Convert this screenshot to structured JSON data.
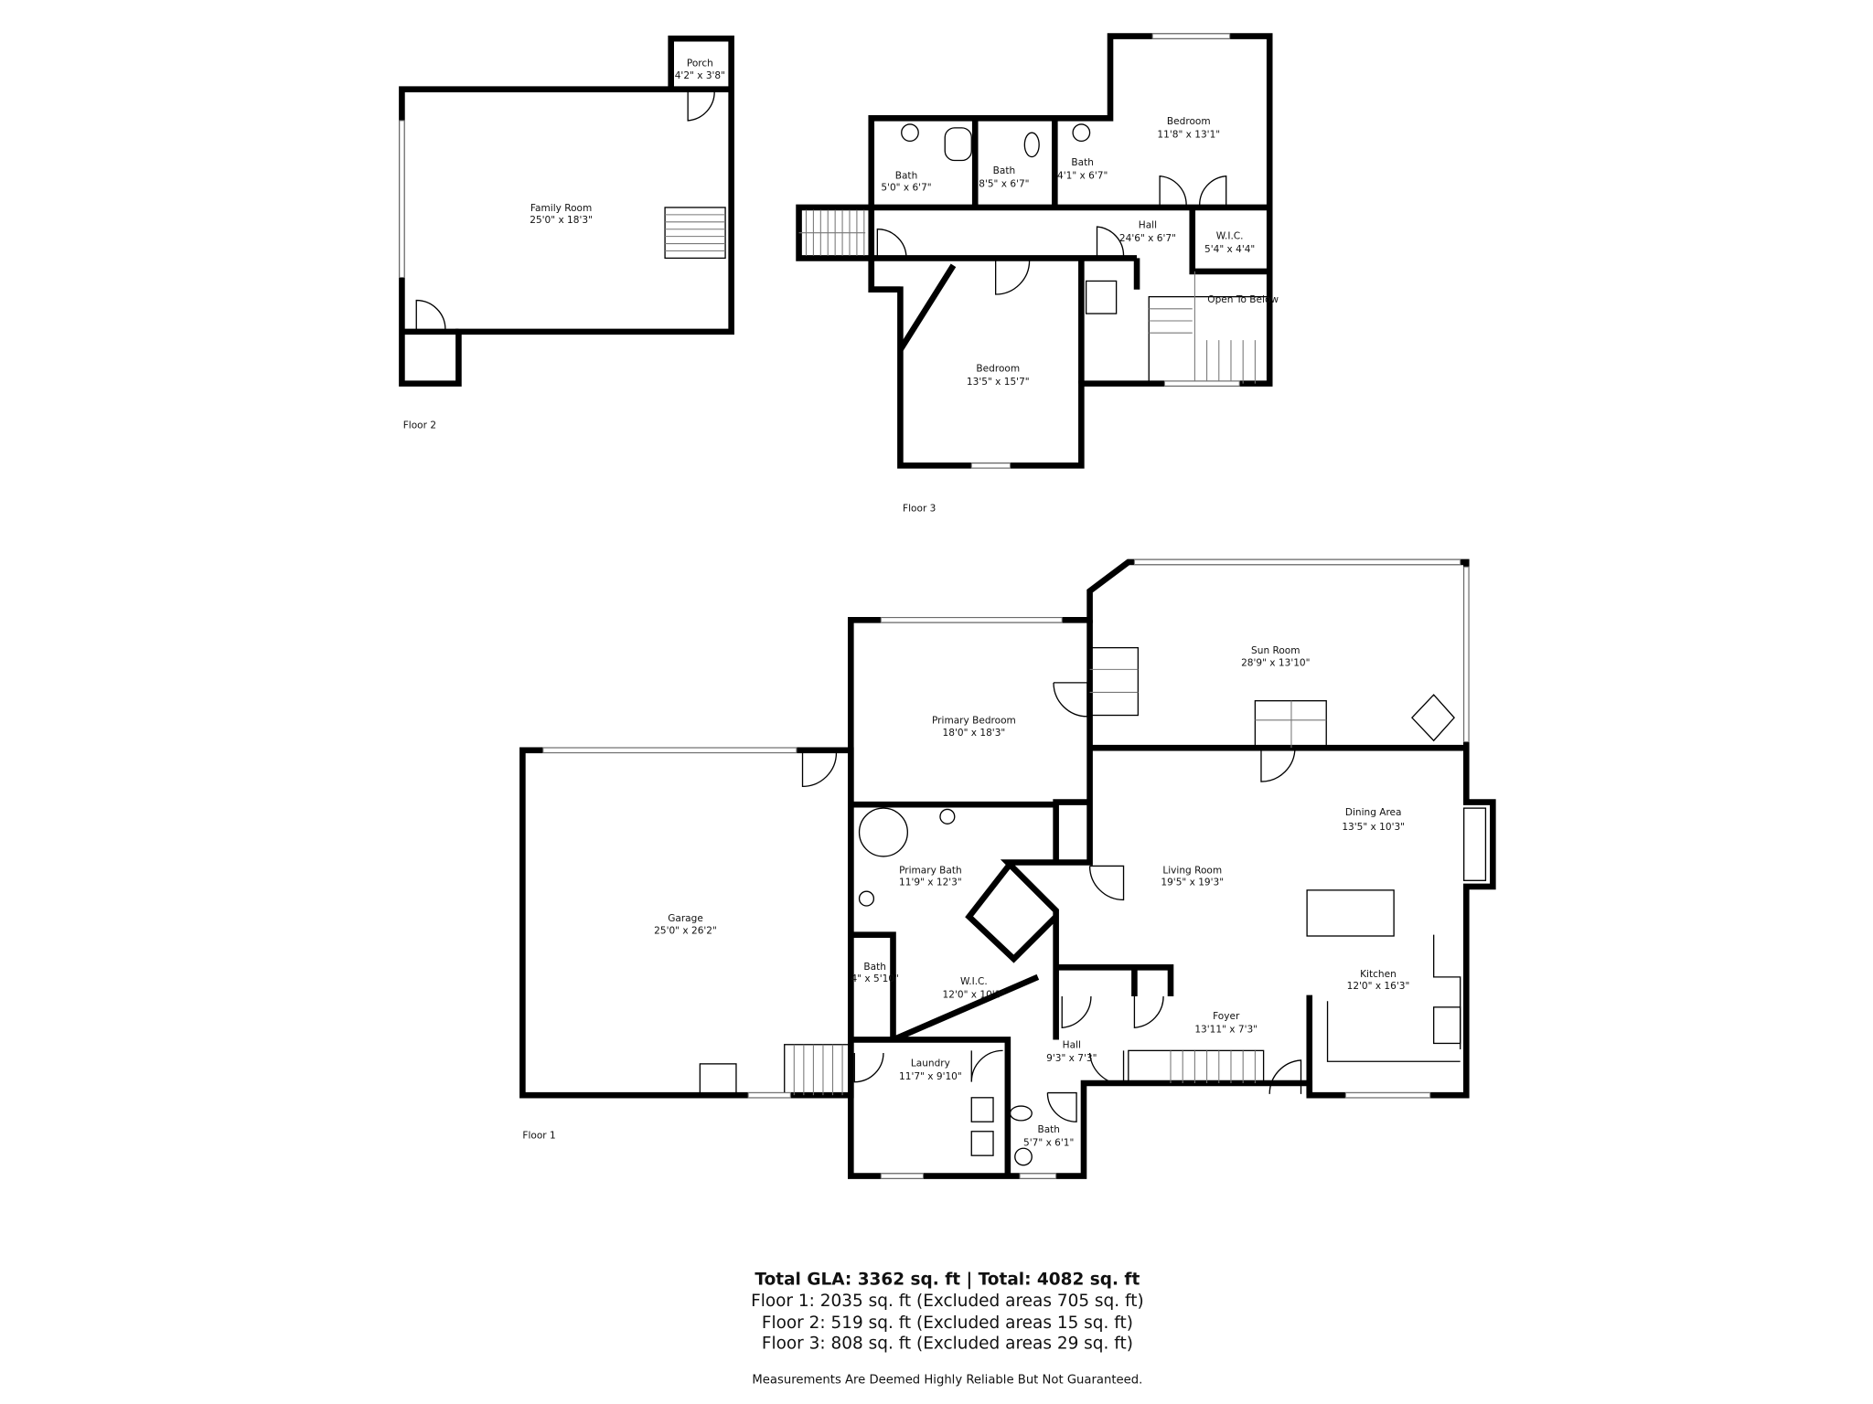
{
  "floor2": {
    "label": "Floor 2",
    "rooms": [
      {
        "name": "Porch",
        "dims": "4'2\" x 3'8\""
      },
      {
        "name": "Family Room",
        "dims": "25'0\" x 18'3\""
      }
    ]
  },
  "floor3": {
    "label": "Floor 3",
    "rooms": [
      {
        "name": "Bath",
        "dims": "5'0\" x 6'7\""
      },
      {
        "name": "Bath",
        "dims": "8'5\" x 6'7\""
      },
      {
        "name": "Bath",
        "dims": "4'1\" x 6'7\""
      },
      {
        "name": "Bedroom",
        "dims": "11'8\" x 13'1\""
      },
      {
        "name": "Hall",
        "dims": "24'6\" x 6'7\""
      },
      {
        "name": "W.I.C.",
        "dims": "5'4\" x 4'4\""
      },
      {
        "name": "Open To Below",
        "dims": ""
      },
      {
        "name": "Bedroom",
        "dims": "13'5\" x 15'7\""
      }
    ]
  },
  "floor1": {
    "label": "Floor 1",
    "rooms": [
      {
        "name": "Sun Room",
        "dims": "28'9\" x 13'10\""
      },
      {
        "name": "Primary Bedroom",
        "dims": "18'0\" x 18'3\""
      },
      {
        "name": "Dining Area",
        "dims": "13'5\" x 10'3\""
      },
      {
        "name": "Living Room",
        "dims": "19'5\" x 19'3\""
      },
      {
        "name": "Garage",
        "dims": "25'0\" x 26'2\""
      },
      {
        "name": "Primary Bath",
        "dims": "11'9\" x 12'3\""
      },
      {
        "name": "Bath",
        "dims": "4\" x 5'10\""
      },
      {
        "name": "W.I.C.",
        "dims": "12'0\" x 10'3\""
      },
      {
        "name": "Kitchen",
        "dims": "12'0\" x 16'3\""
      },
      {
        "name": "Foyer",
        "dims": "13'11\" x 7'3\""
      },
      {
        "name": "Hall",
        "dims": "9'3\" x 7'3\""
      },
      {
        "name": "Laundry",
        "dims": "11'7\" x 9'10\""
      },
      {
        "name": "Bath",
        "dims": "5'7\" x 6'1\""
      }
    ]
  },
  "summary": {
    "total": "Total GLA: 3362 sq. ft | Total: 4082 sq. ft",
    "floor1": "Floor 1: 2035 sq. ft (Excluded areas 705 sq. ft)",
    "floor2": "Floor 2: 519 sq. ft (Excluded areas 15 sq. ft)",
    "floor3": "Floor 3: 808 sq. ft (Excluded areas 29 sq. ft)",
    "disclaimer": "Measurements Are Deemed Highly Reliable But Not Guaranteed."
  }
}
